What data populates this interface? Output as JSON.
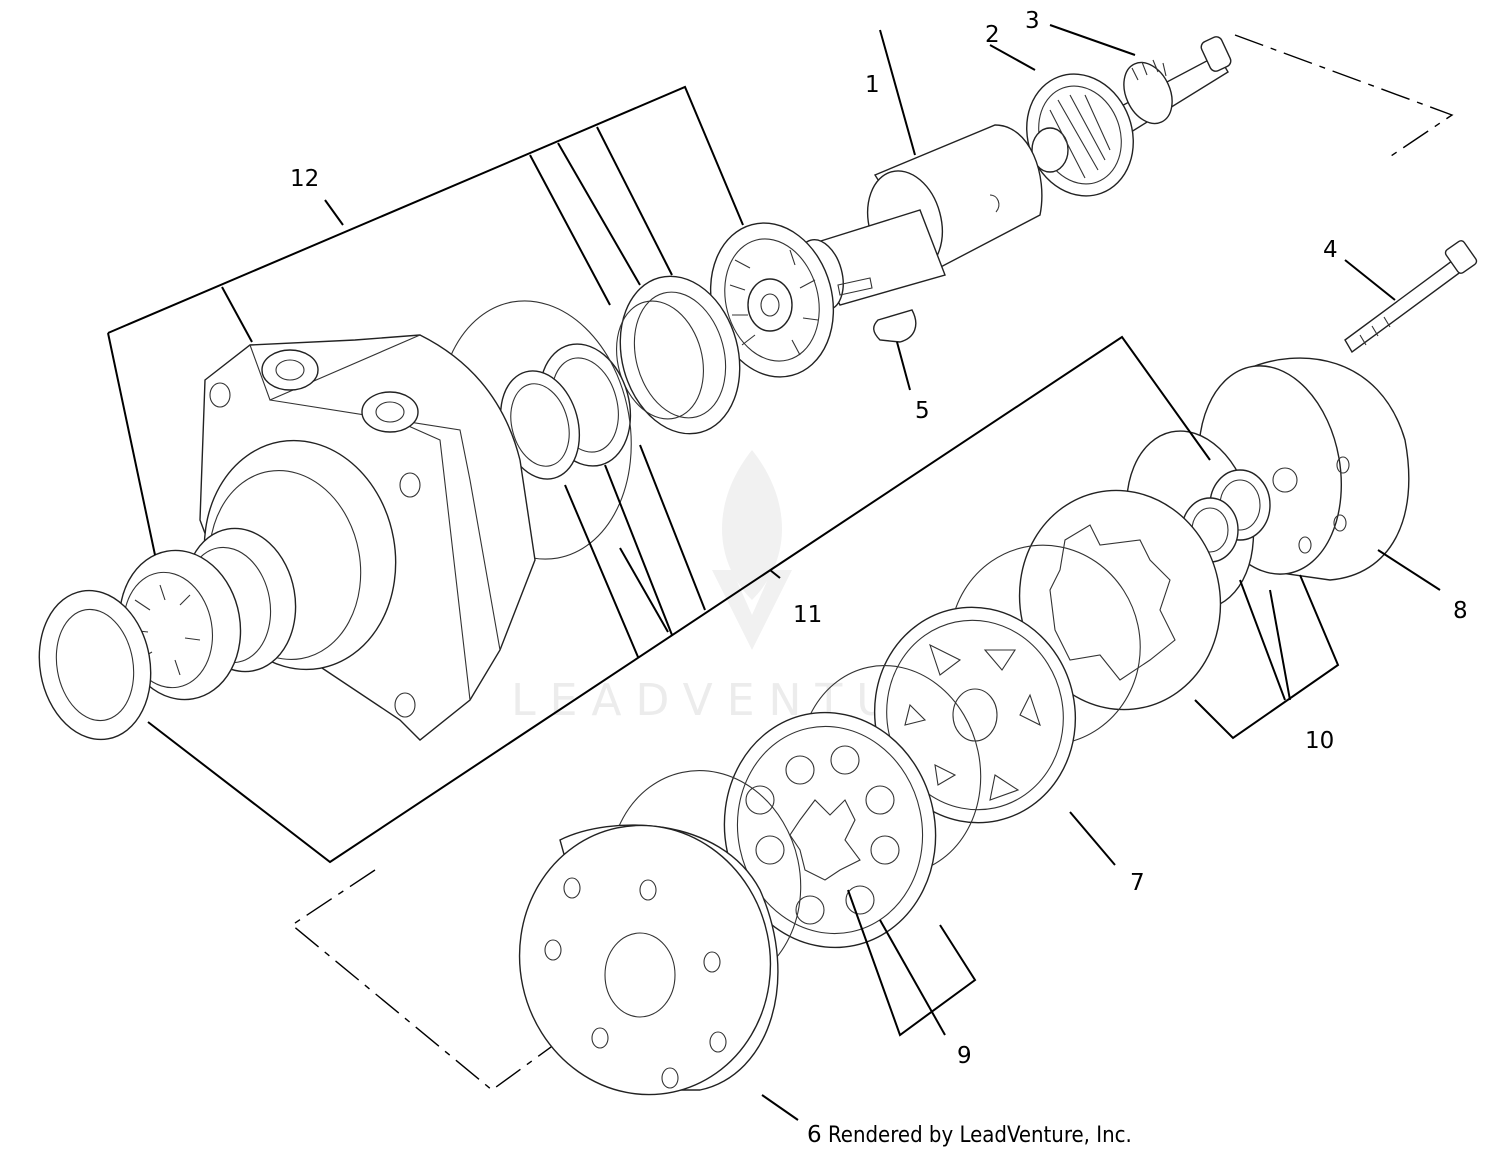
{
  "watermark": {
    "text": "LEADVENTURE"
  },
  "callouts": {
    "c1": "1",
    "c2": "2",
    "c3": "3",
    "c4": "4",
    "c5": "5",
    "c6": "6",
    "c7": "7",
    "c8": "8",
    "c9": "9",
    "c10": "10",
    "c11": "11",
    "c12": "12"
  },
  "credit": "Rendered by LeadVenture, Inc.",
  "colors": {
    "line": "#222222",
    "background": "#ffffff",
    "watermark": "#ececec"
  }
}
